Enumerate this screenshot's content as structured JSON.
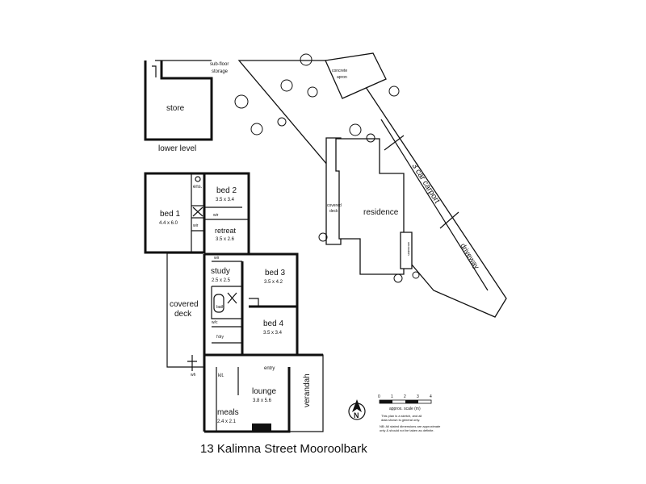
{
  "caption": "13 Kalimna Street Mooroolbark",
  "lower_level": {
    "title": "lower level",
    "store": "store",
    "sub_floor_line1": "sub-floor",
    "sub_floor_line2": "storage"
  },
  "rooms": {
    "bed1": {
      "name": "bed 1",
      "dims": "4.4 x 6.0"
    },
    "bed2": {
      "name": "bed 2",
      "dims": "3.5 x 3.4"
    },
    "retreat": {
      "name": "retreat",
      "dims": "3.5 x 2.6"
    },
    "study": {
      "name": "study",
      "dims": "2.5 x 2.5"
    },
    "bed3": {
      "name": "bed 3",
      "dims": "3.5 x 4.2"
    },
    "bed4": {
      "name": "bed 4",
      "dims": "3.5 x 3.4"
    },
    "lounge": {
      "name": "lounge",
      "dims": "3.8 x 5.6"
    },
    "meals": {
      "name": "meals",
      "dims": "2.4 x 2.1"
    },
    "kit": "kit.",
    "ens": "ens.",
    "bath": "bath",
    "lndry": "l'dry",
    "entry": "entry",
    "wir1": "wir",
    "wir2": "wir",
    "wir3": "wir",
    "wc": "w/c",
    "covered_deck_line1": "covered",
    "covered_deck_line2": "deck",
    "verandah": "verandah",
    "wh": "wh"
  },
  "site": {
    "residence": "residence",
    "covered_deck_line1": "covered",
    "covered_deck_line2": "deck",
    "carport": "3 car carport",
    "driveway": "driveway",
    "concrete_apron_line1": "concrete",
    "concrete_apron_line2": "apron",
    "verandah": "verandah"
  },
  "legend": {
    "north": "N",
    "scale_ticks": [
      "0",
      "1",
      "2",
      "3",
      "4"
    ],
    "scale_label": "approx. scale (m)",
    "note1_line1": "This plan is a sketch, and all",
    "note1_line2": "data shown is general only.",
    "note2_line1": "NB: All stated dimensions are approximate",
    "note2_line2": "only & should not be taken as definite."
  }
}
